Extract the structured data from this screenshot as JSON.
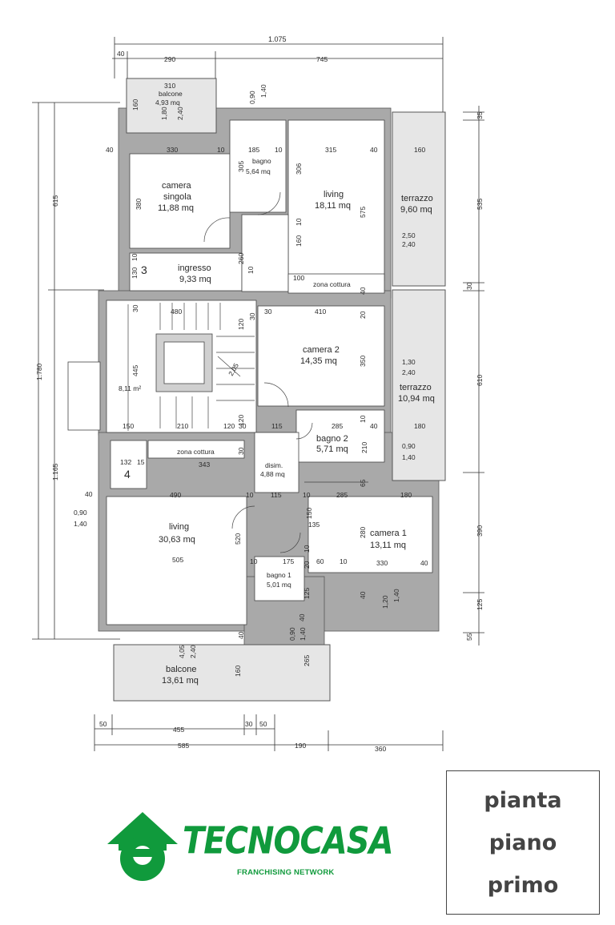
{
  "rooms": [
    {
      "name": "balcone",
      "area": "4,93 mq"
    },
    {
      "name": "bagno",
      "area": "5,64 mq"
    },
    {
      "name": "camera",
      "name2": "singola",
      "area": "11,88 mq"
    },
    {
      "name": "living",
      "area": "18,11 mq"
    },
    {
      "name": "terrazzo",
      "area": "9,60 mq"
    },
    {
      "name": "ingresso",
      "area": "9,33 mq"
    },
    {
      "name": "zona cottura"
    },
    {
      "area": "8,11 m²"
    },
    {
      "name": "camera 2",
      "area": "14,35 mq"
    },
    {
      "name": "terrazzo",
      "area": "10,94 mq"
    },
    {
      "name": "bagno 2",
      "area": "5,71 mq"
    },
    {
      "name": "zona cottura"
    },
    {
      "name": "disim.",
      "area": "4,88 mq"
    },
    {
      "name": "living",
      "area": "30,63 mq"
    },
    {
      "name": "camera 1",
      "area": "13,11 mq"
    },
    {
      "name": "bagno 1",
      "area": "5,01 mq"
    },
    {
      "name": "balcone",
      "area": "13,61 mq"
    }
  ],
  "stair_labels": [
    "3",
    "4"
  ],
  "dims": {
    "top_total": "1.075",
    "top_a": "40",
    "top_b": "290",
    "top_c": "745",
    "bottom_a": "50",
    "bottom_b": "455",
    "bottom_c": "30",
    "bottom_d": "50",
    "bottom_e": "585",
    "bottom_f": "190",
    "bottom_g": "360",
    "left_total": "1.780",
    "left_a": "615",
    "left_b": "1.165",
    "right_a": "35",
    "right_b": "535",
    "right_c": "30",
    "right_d": "610",
    "right_e": "390",
    "right_f": "125",
    "right_g": "55",
    "i": [
      "310",
      "160",
      "1,80",
      "2,40",
      "0,90",
      "1,40",
      "40",
      "330",
      "10",
      "185",
      "10",
      "315",
      "40",
      "160",
      "305",
      "306",
      "380",
      "575",
      "10",
      "160",
      "2,50",
      "2,40",
      "260",
      "130",
      "10",
      "10",
      "100",
      "40",
      "30",
      "480",
      "30",
      "410",
      "20",
      "120",
      "30",
      "350",
      "1,30",
      "2,40",
      "445",
      "120",
      "2,05",
      "10",
      "150",
      "210",
      "120",
      "30",
      "115",
      "285",
      "40",
      "180",
      "132",
      "15",
      "343",
      "30",
      "210",
      "0,90",
      "1,40",
      "40",
      "490",
      "10",
      "115",
      "10",
      "285",
      "180",
      "65",
      "150",
      "135",
      "0,90",
      "1,40",
      "520",
      "280",
      "505",
      "10",
      "175",
      "20",
      "10",
      "60",
      "10",
      "330",
      "40",
      "125",
      "40",
      "1,20",
      "1,40",
      "4,05",
      "2,40",
      "40",
      "40",
      "0,90",
      "1,40",
      "160",
      "265"
    ]
  },
  "logo": {
    "name": "TECNOCASA",
    "sub": "FRANCHISING NETWORK"
  },
  "title": [
    "pianta",
    "piano",
    "primo"
  ]
}
